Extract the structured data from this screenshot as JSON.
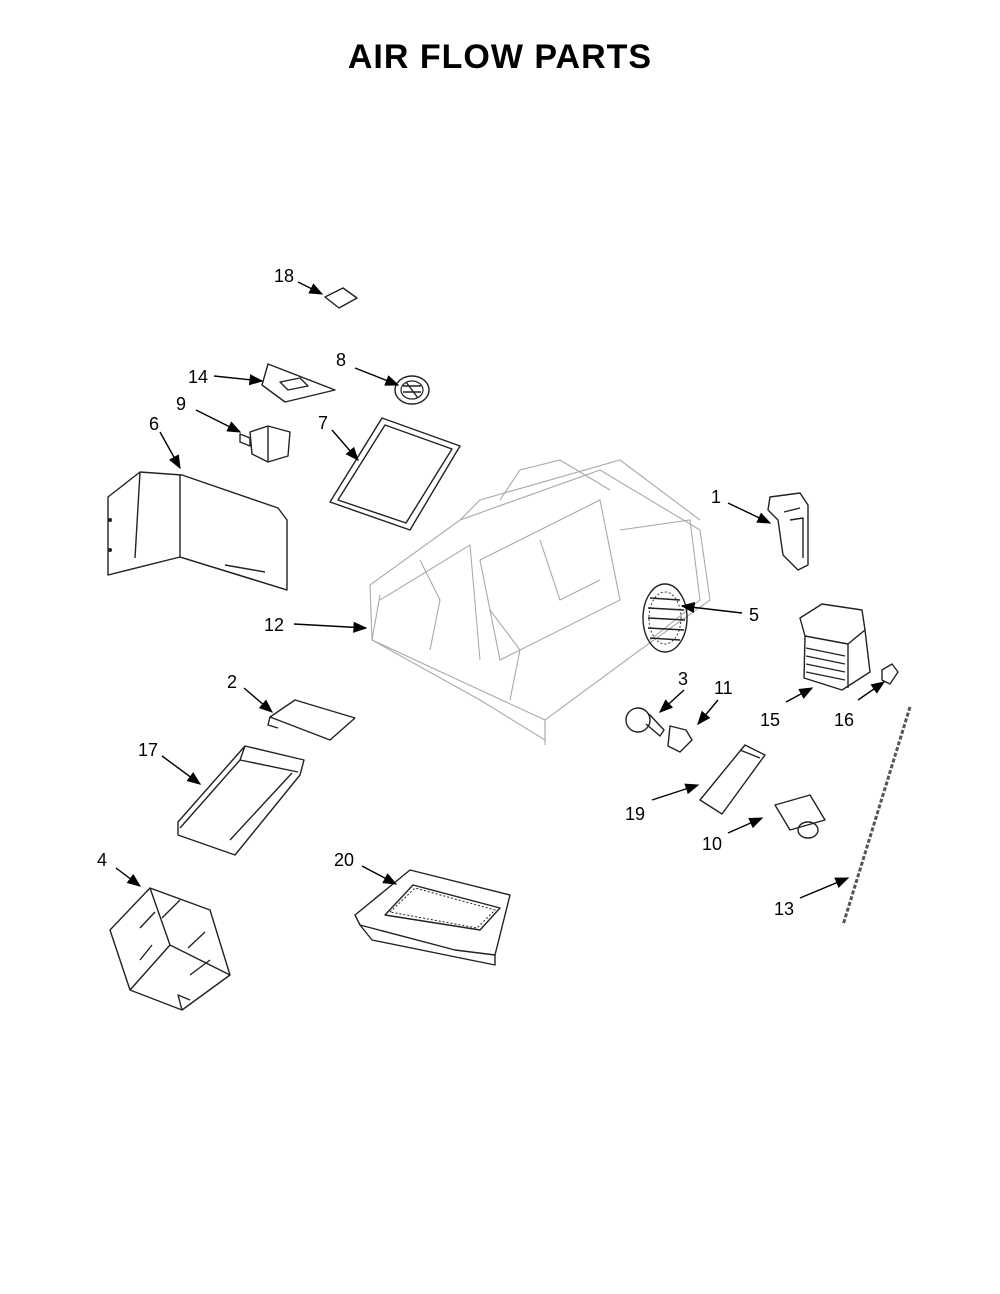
{
  "title": "AIR FLOW PARTS",
  "callouts": {
    "c1": "1",
    "c2": "2",
    "c3": "3",
    "c4": "4",
    "c5": "5",
    "c6": "6",
    "c7": "7",
    "c8": "8",
    "c9": "9",
    "c10": "10",
    "c11": "11",
    "c12": "12",
    "c13": "13",
    "c14": "14",
    "c15": "15",
    "c16": "16",
    "c17": "17",
    "c18": "18",
    "c19": "19",
    "c20": "20"
  }
}
